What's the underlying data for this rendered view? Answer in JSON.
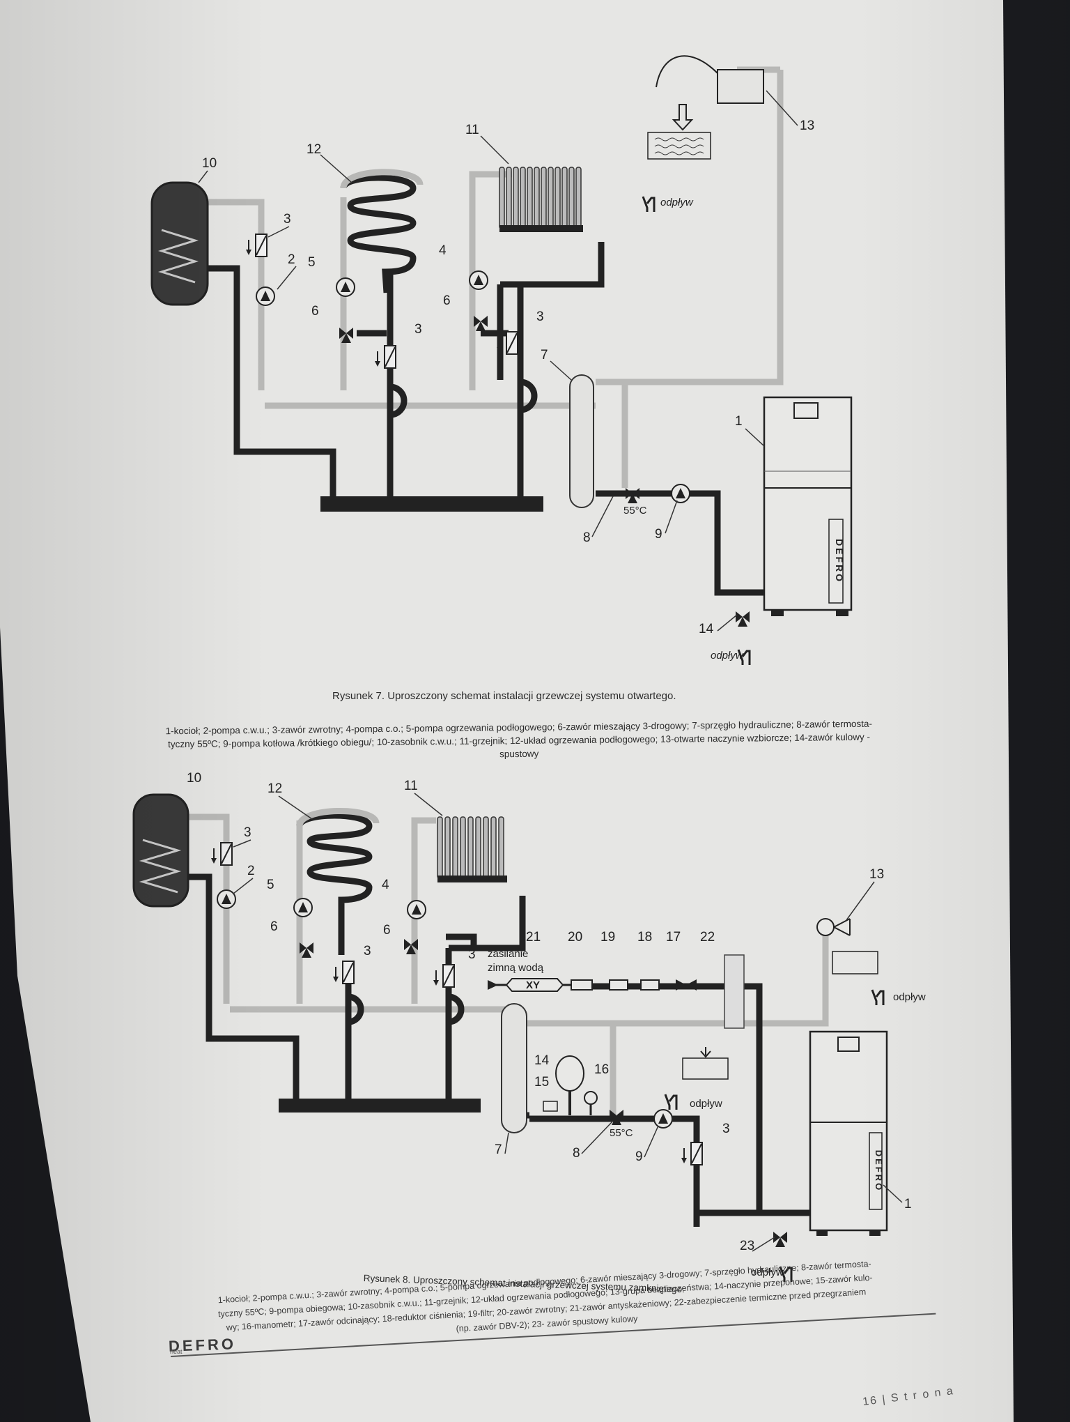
{
  "figure7": {
    "caption": "Rysunek 7. Uproszczony schemat instalacji grzewczej systemu otwartego.",
    "legend_line1": "1-kocioł; 2-pompa c.w.u.; 3-zawór zwrotny; 4-pompa c.o.; 5-pompa ogrzewania podłogowego; 6-zawór mieszający 3-drogowy; 7-sprzęgło hydrauliczne; 8-zawór termosta-",
    "legend_line2": "tyczny 55ºC; 9-pompa kotłowa /krótkiego obiegu/; 10-zasobnik c.w.u.; 11-grzejnik; 12-układ ogrzewania podłogowego; 13-otwarte naczynie wzbiorcze; 14-zawór kulowy -",
    "legend_line3": "spustowy",
    "labels": {
      "n1": "1",
      "n2": "2",
      "n3a": "3",
      "n3b": "3",
      "n3c": "3",
      "n4": "4",
      "n5": "5",
      "n6a": "6",
      "n6b": "6",
      "n7": "7",
      "n8": "8",
      "n9": "9",
      "n10": "10",
      "n11": "11",
      "n12": "12",
      "n13": "13",
      "n14": "14"
    },
    "temp": "55°C",
    "drain1": "odpływ",
    "drain2": "odpływ",
    "boiler_brand": "DEFRO"
  },
  "figure8": {
    "caption": "Rysunek 8. Uproszczony schemat instalacji grzewczej systemu zamkniętego.",
    "legend_line1": "1-kocioł; 2-pompa c.w.u.; 3-zawór zwrotny; 4-pompa c.o.; 5-pompa ogrzewania podłogowego; 6-zawór mieszający 3-drogowy; 7-sprzęgło hydrauliczne; 8-zawór termosta-",
    "legend_line2": "tyczny 55ºC; 9-pompa obiegowa; 10-zasobnik c.w.u.; 11-grzejnik; 12-układ ogrzewania podłogowego; 13-grupa bezpieczeństwa; 14-naczynie przeponowe; 15-zawór kulo-",
    "legend_line3": "wy; 16-manometr; 17-zawór odcinający; 18-reduktor ciśnienia; 19-filtr; 20-zawór zwrotny; 21-zawór antyskażeniowy; 22-zabezpieczenie termiczne przed przegrzaniem",
    "legend_line4": "(np. zawór DBV-2); 23- zawór spustowy kulowy",
    "labels": {
      "n1": "1",
      "n2": "2",
      "n3a": "3",
      "n3b": "3",
      "n3c": "3",
      "n3d": "3",
      "n4": "4",
      "n5": "5",
      "n6a": "6",
      "n6b": "6",
      "n7": "7",
      "n8": "8",
      "n9": "9",
      "n10": "10",
      "n11": "11",
      "n12": "12",
      "n13": "13",
      "n14": "14",
      "n15": "15",
      "n16": "16",
      "n17": "17",
      "n18": "18",
      "n19": "19",
      "n20": "20",
      "n21": "21",
      "n22": "22",
      "n23": "23"
    },
    "cold_water_line1": "zasilanie",
    "cold_water_line2": "zimną wodą",
    "xy": "XY",
    "temp": "55°C",
    "drain1": "odpływ",
    "drain2": "odpływ",
    "drain3": "odpływ",
    "boiler_brand": "DEFRO"
  },
  "footer": {
    "brand": "DEFRO",
    "brand_sub": "heat",
    "page_number": "16 | S t r o n a"
  }
}
